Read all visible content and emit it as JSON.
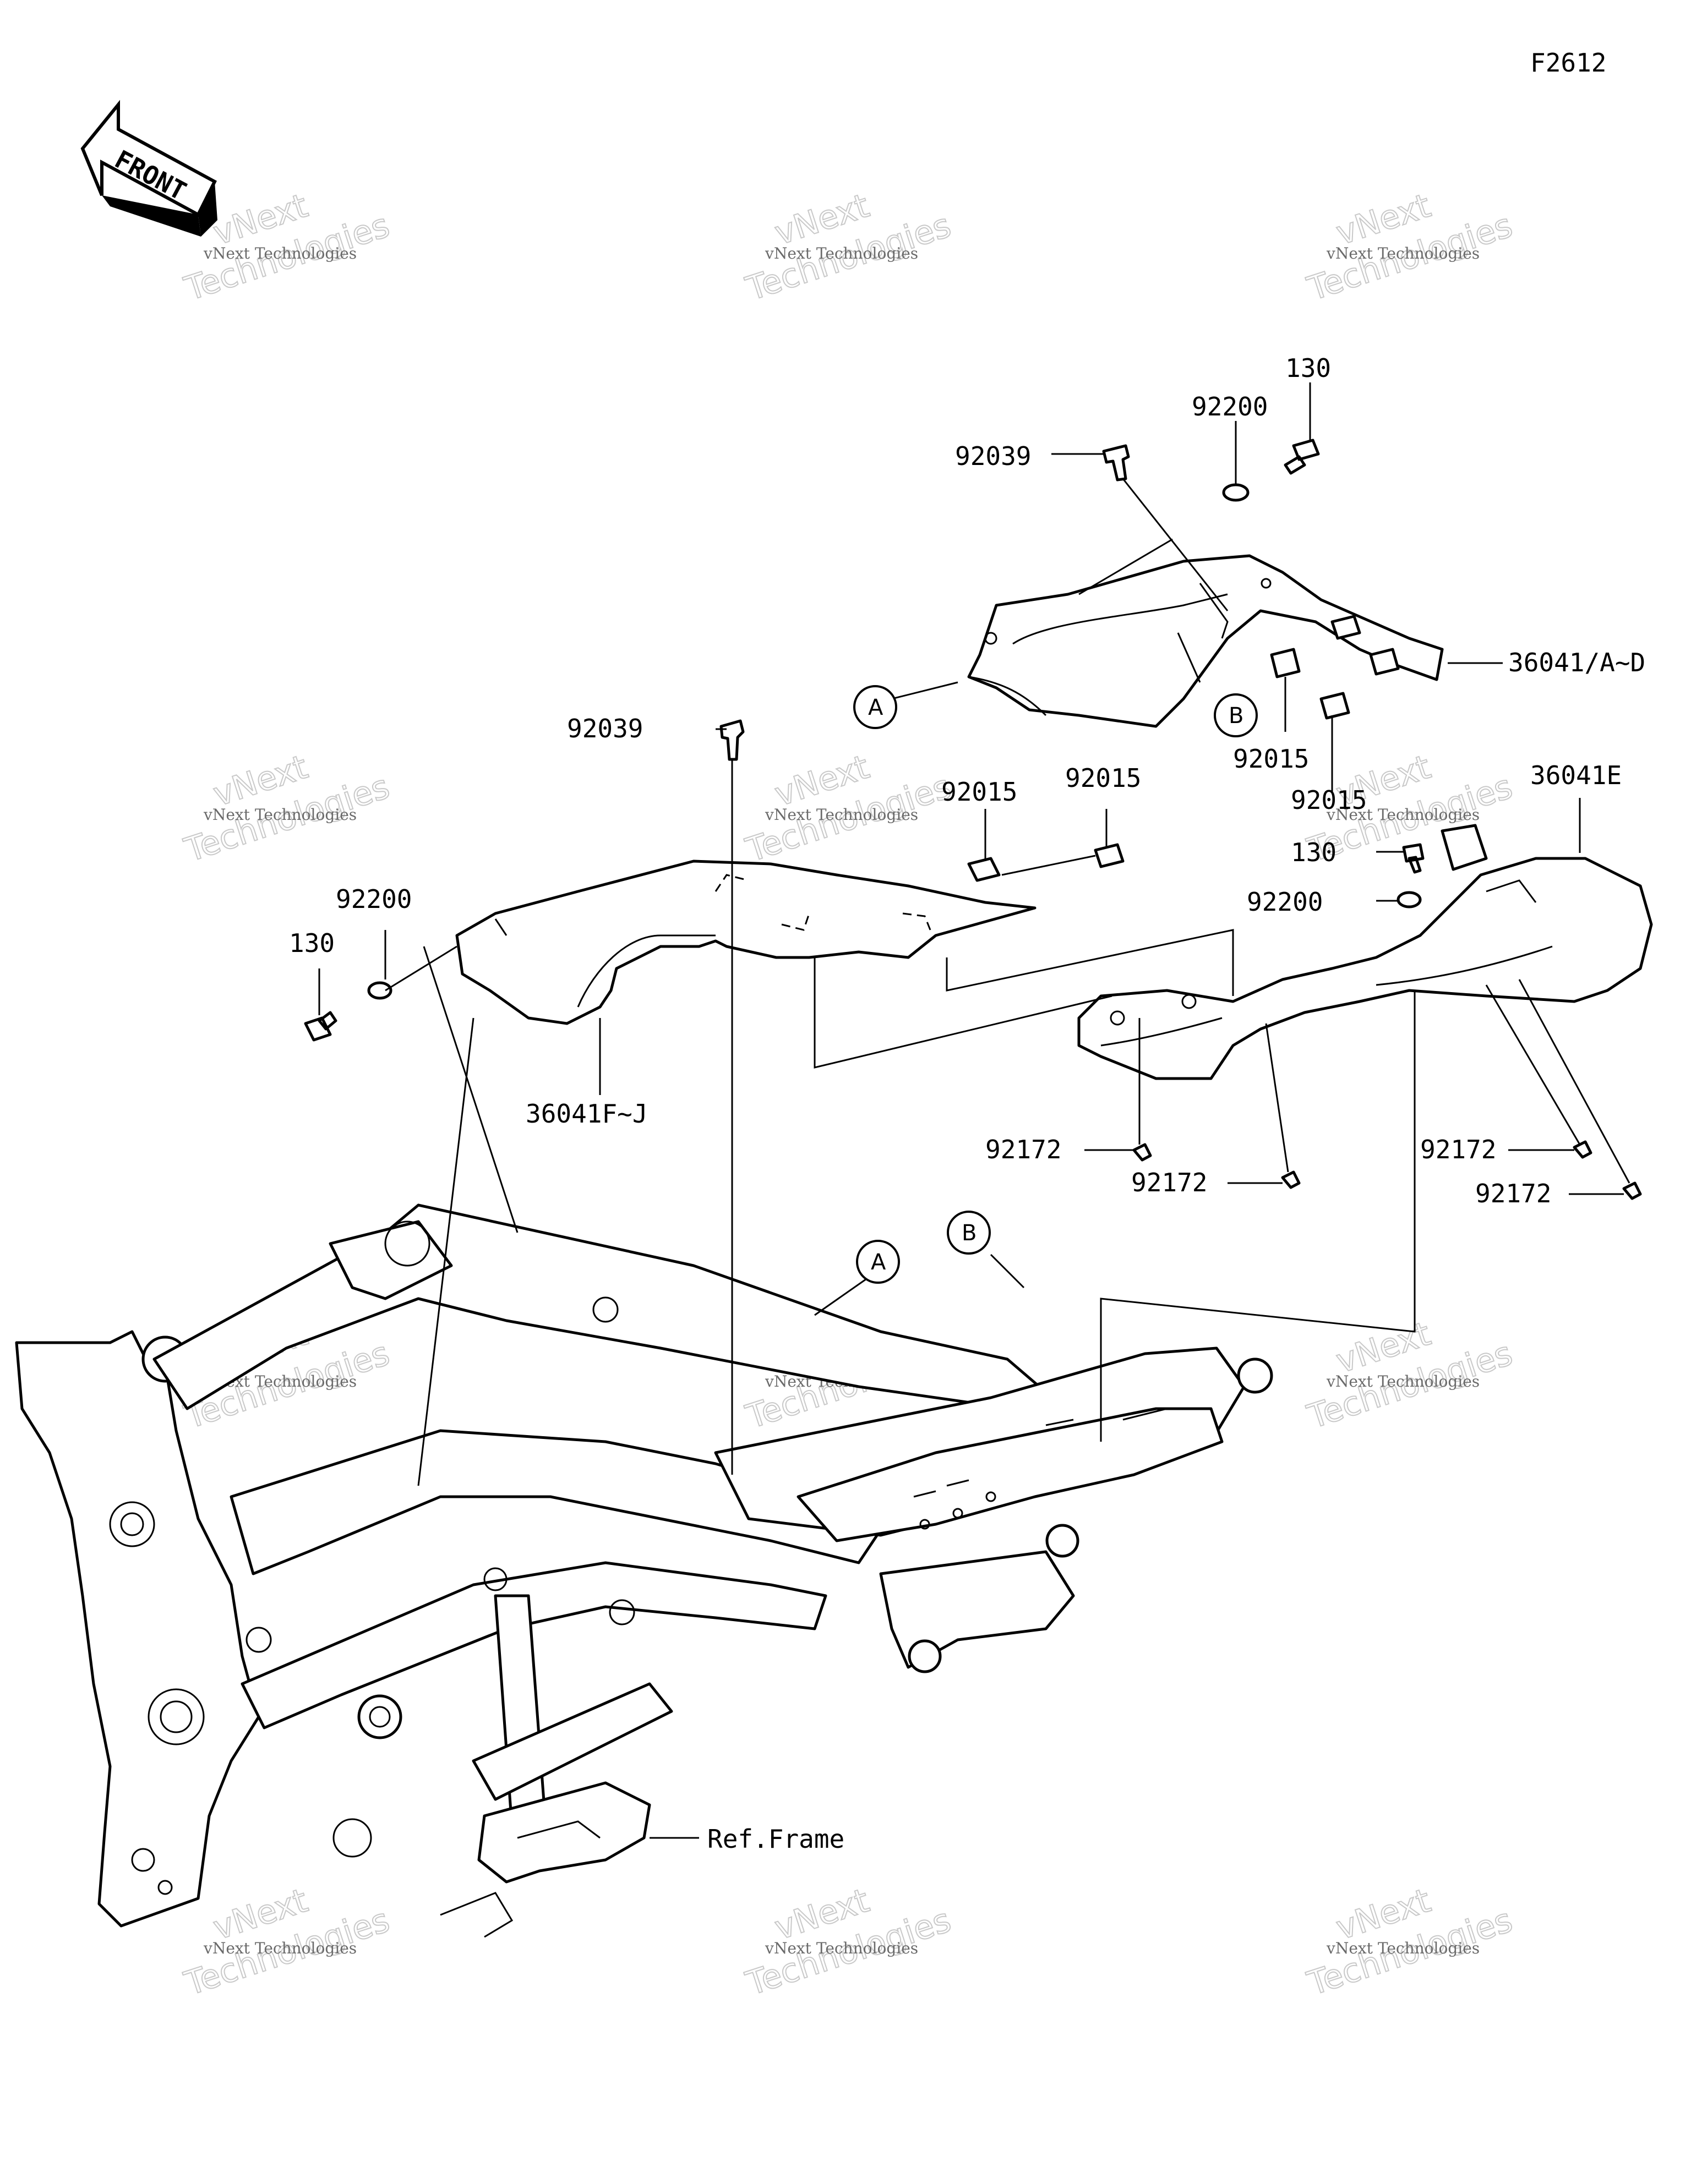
{
  "figure_code": "F2612",
  "front_arrow_label": "FRONT",
  "watermark": {
    "line1": "vNext",
    "line2": "Technologies",
    "small": "vNext Technologies"
  },
  "callouts": {
    "a": "A",
    "b": "B"
  },
  "labels": {
    "p130_top": "130",
    "p92200_top": "92200",
    "p92039_top": "92039",
    "p36041AD": "36041/A~D",
    "p92015_r1": "92015",
    "p92015_r2": "92015",
    "p92039_mid": "92039",
    "p92015_m1": "92015",
    "p92015_m2": "92015",
    "p36041E": "36041E",
    "p92200_left": "92200",
    "p130_left": "130",
    "p36041FJ": "36041F~J",
    "p130_right": "130",
    "p92200_right": "92200",
    "p92172_a": "92172",
    "p92172_b": "92172",
    "p92172_c": "92172",
    "p92172_d": "92172",
    "ref_frame": "Ref.Frame"
  }
}
